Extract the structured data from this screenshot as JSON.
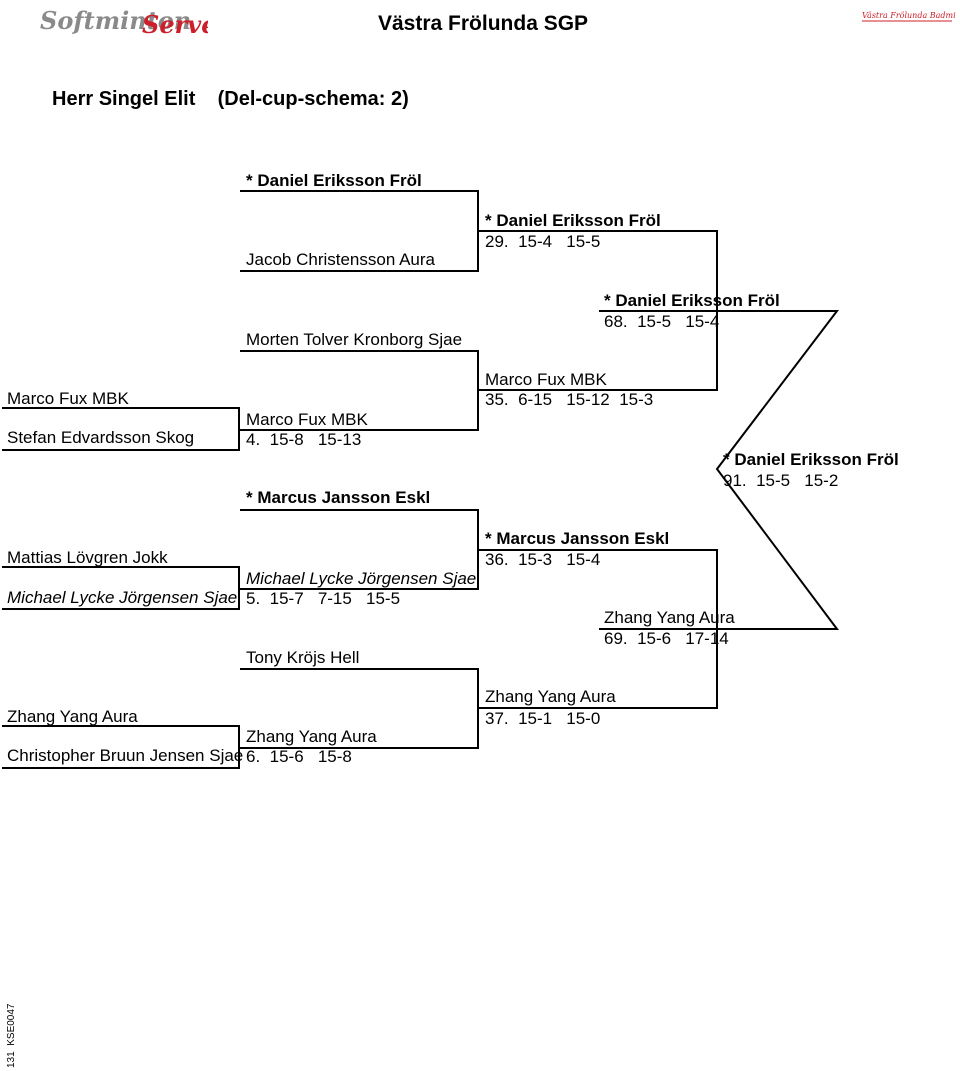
{
  "header": {
    "left_logo_text": "Softminton Serve",
    "title": "Västra Frölunda SGP",
    "right_logo_text": "Västra Frölunda Badminton"
  },
  "page_title": "Herr Singel Elit    (Del-cup-schema: 2)",
  "round1": {
    "p1": "Marco Fux MBK",
    "p2": "Stefan Edvardsson Skog",
    "p3": "Mattias Lövgren Jokk",
    "p4": "Michael Lycke Jörgensen Sjae",
    "p5": "Zhang Yang Aura",
    "p6": "Christopher Bruun Jensen Sjae"
  },
  "round2": {
    "p1": "* Daniel Eriksson Fröl",
    "p2": "Jacob Christensson Aura",
    "p3": "Morten Tolver Kronborg Sjae",
    "w4": "Marco Fux MBK",
    "m4": "4.  15-8   15-13",
    "p5": "* Marcus Jansson Eskl",
    "w5": "Michael Lycke Jörgensen Sjae",
    "m5": "5.  15-7   7-15   15-5",
    "p6": "Tony Kröjs Hell",
    "w6": "Zhang Yang Aura",
    "m6": "6.  15-6   15-8"
  },
  "round3": {
    "w29": "* Daniel Eriksson Fröl",
    "m29": "29.  15-4   15-5",
    "w35": "Marco Fux MBK",
    "m35": "35.  6-15   15-12  15-3",
    "w36": "* Marcus Jansson Eskl",
    "m36": "36.  15-3   15-4",
    "w37": "Zhang Yang Aura",
    "m37": "37.  15-1   15-0"
  },
  "round4": {
    "w68": "* Daniel Eriksson Fröl",
    "m68": "68.  15-5   15-4",
    "w69": "Zhang Yang Aura",
    "m69": "69.  15-6   17-14"
  },
  "final": {
    "w91": "* Daniel Eriksson Fröl",
    "m91": "91.  15-5   15-2"
  },
  "footer": "131  KSE0047",
  "colors": {
    "logo_red": "#cc1f2b",
    "logo_gray": "#8a8a8a",
    "line": "#000000"
  }
}
